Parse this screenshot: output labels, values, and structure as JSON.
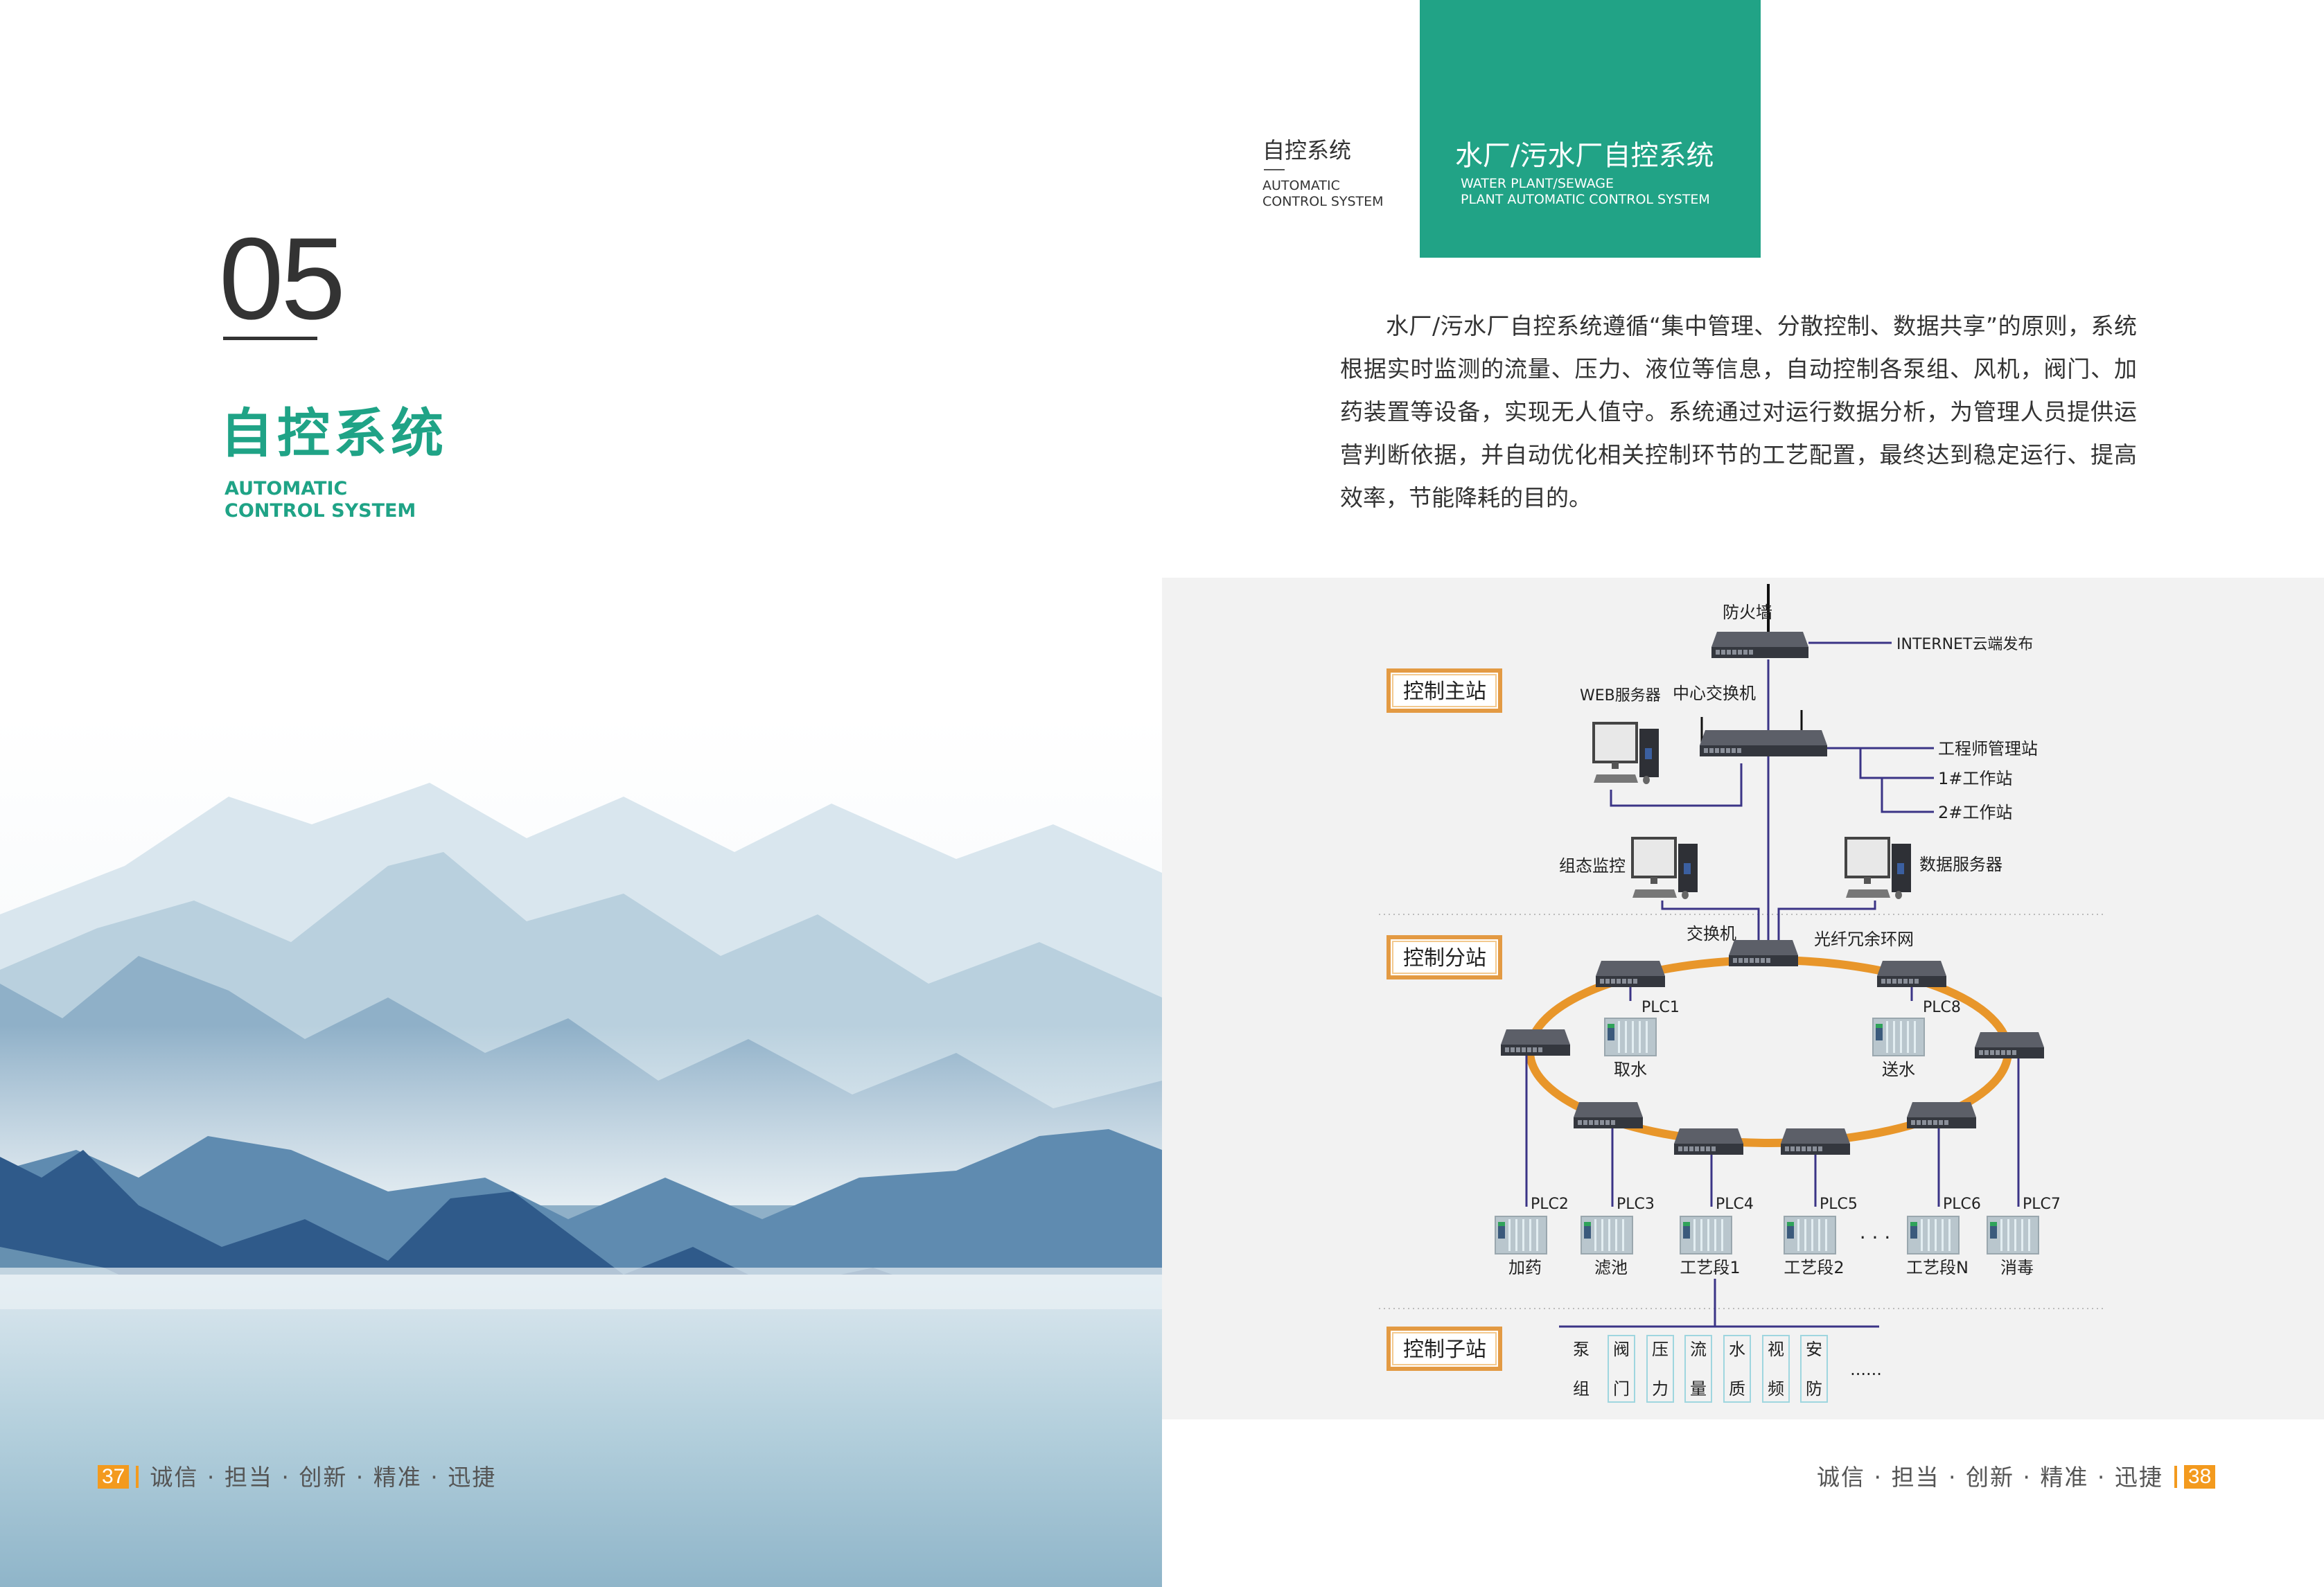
{
  "left_page": {
    "chapter_number": "05",
    "section_title_cn": "自控系统",
    "section_title_en_line1": "AUTOMATIC",
    "section_title_en_line2": "CONTROL SYSTEM",
    "footer_page": "37",
    "footer_slogan": "诚信 · 担当 · 创新 · 精准 · 迅捷"
  },
  "right_page": {
    "header_cn": "自控系统",
    "header_en_line1": "AUTOMATIC",
    "header_en_line2": "CONTROL SYSTEM",
    "title_cn": "水厂/污水厂自控系统",
    "title_en_line1": "WATER PLANT/SEWAGE",
    "title_en_line2": "PLANT AUTOMATIC CONTROL SYSTEM",
    "paragraph": "水厂/污水厂自控系统遵循“集中管理、分散控制、数据共享”的原则，系统根据实时监测的流量、压力、液位等信息，自动控制各泵组、风机，阀门、加药装置等设备，实现无人值守。系统通过对运行数据分析，为管理人员提供运营判断依据，并自动优化相关控制环节的工艺配置，最终达到稳定运行、提高效率，节能降耗的目的。",
    "footer_slogan": "诚信 · 担当 · 创新 · 精准 · 迅捷",
    "footer_page": "38"
  },
  "diagram": {
    "tiers": [
      "控制主站",
      "控制分站",
      "控制子站"
    ],
    "firewall": "防火墙",
    "internet": "INTERNET云端发布",
    "web_server": "WEB服务器",
    "core_switch": "中心交换机",
    "engineer_station": "工程师管理站",
    "workstation1": "1#工作站",
    "workstation2": "2#工作站",
    "scada": "组态监控",
    "data_server": "数据服务器",
    "ring_switch": "交换机",
    "ring_name": "光纤冗余环网",
    "plcs_inner": [
      {
        "plc": "PLC1",
        "name": "取水"
      },
      {
        "plc": "PLC8",
        "name": "送水"
      }
    ],
    "plcs_bottom": [
      {
        "plc": "PLC2",
        "name": "加药"
      },
      {
        "plc": "PLC3",
        "name": "滤池"
      },
      {
        "plc": "PLC4",
        "name": "工艺段1"
      },
      {
        "plc": "PLC5",
        "name": "工艺段2"
      },
      {
        "plc": "PLC6",
        "name": "工艺段N"
      },
      {
        "plc": "PLC7",
        "name": "消毒"
      }
    ],
    "ellipsis_plc": "· · ·",
    "substation_items": [
      {
        "top": "泵",
        "bottom": "组",
        "boxed": false
      },
      {
        "top": "阀",
        "bottom": "门",
        "boxed": true
      },
      {
        "top": "压",
        "bottom": "力",
        "boxed": true
      },
      {
        "top": "流",
        "bottom": "量",
        "boxed": true
      },
      {
        "top": "水",
        "bottom": "质",
        "boxed": true
      },
      {
        "top": "视",
        "bottom": "频",
        "boxed": true
      },
      {
        "top": "安",
        "bottom": "防",
        "boxed": true
      }
    ],
    "ellipsis_sub": "......"
  },
  "colors": {
    "brand_green": "#21a386",
    "accent_orange": "#f39a1e",
    "ring_orange": "#e8962a",
    "link_purple": "#3b3486"
  }
}
